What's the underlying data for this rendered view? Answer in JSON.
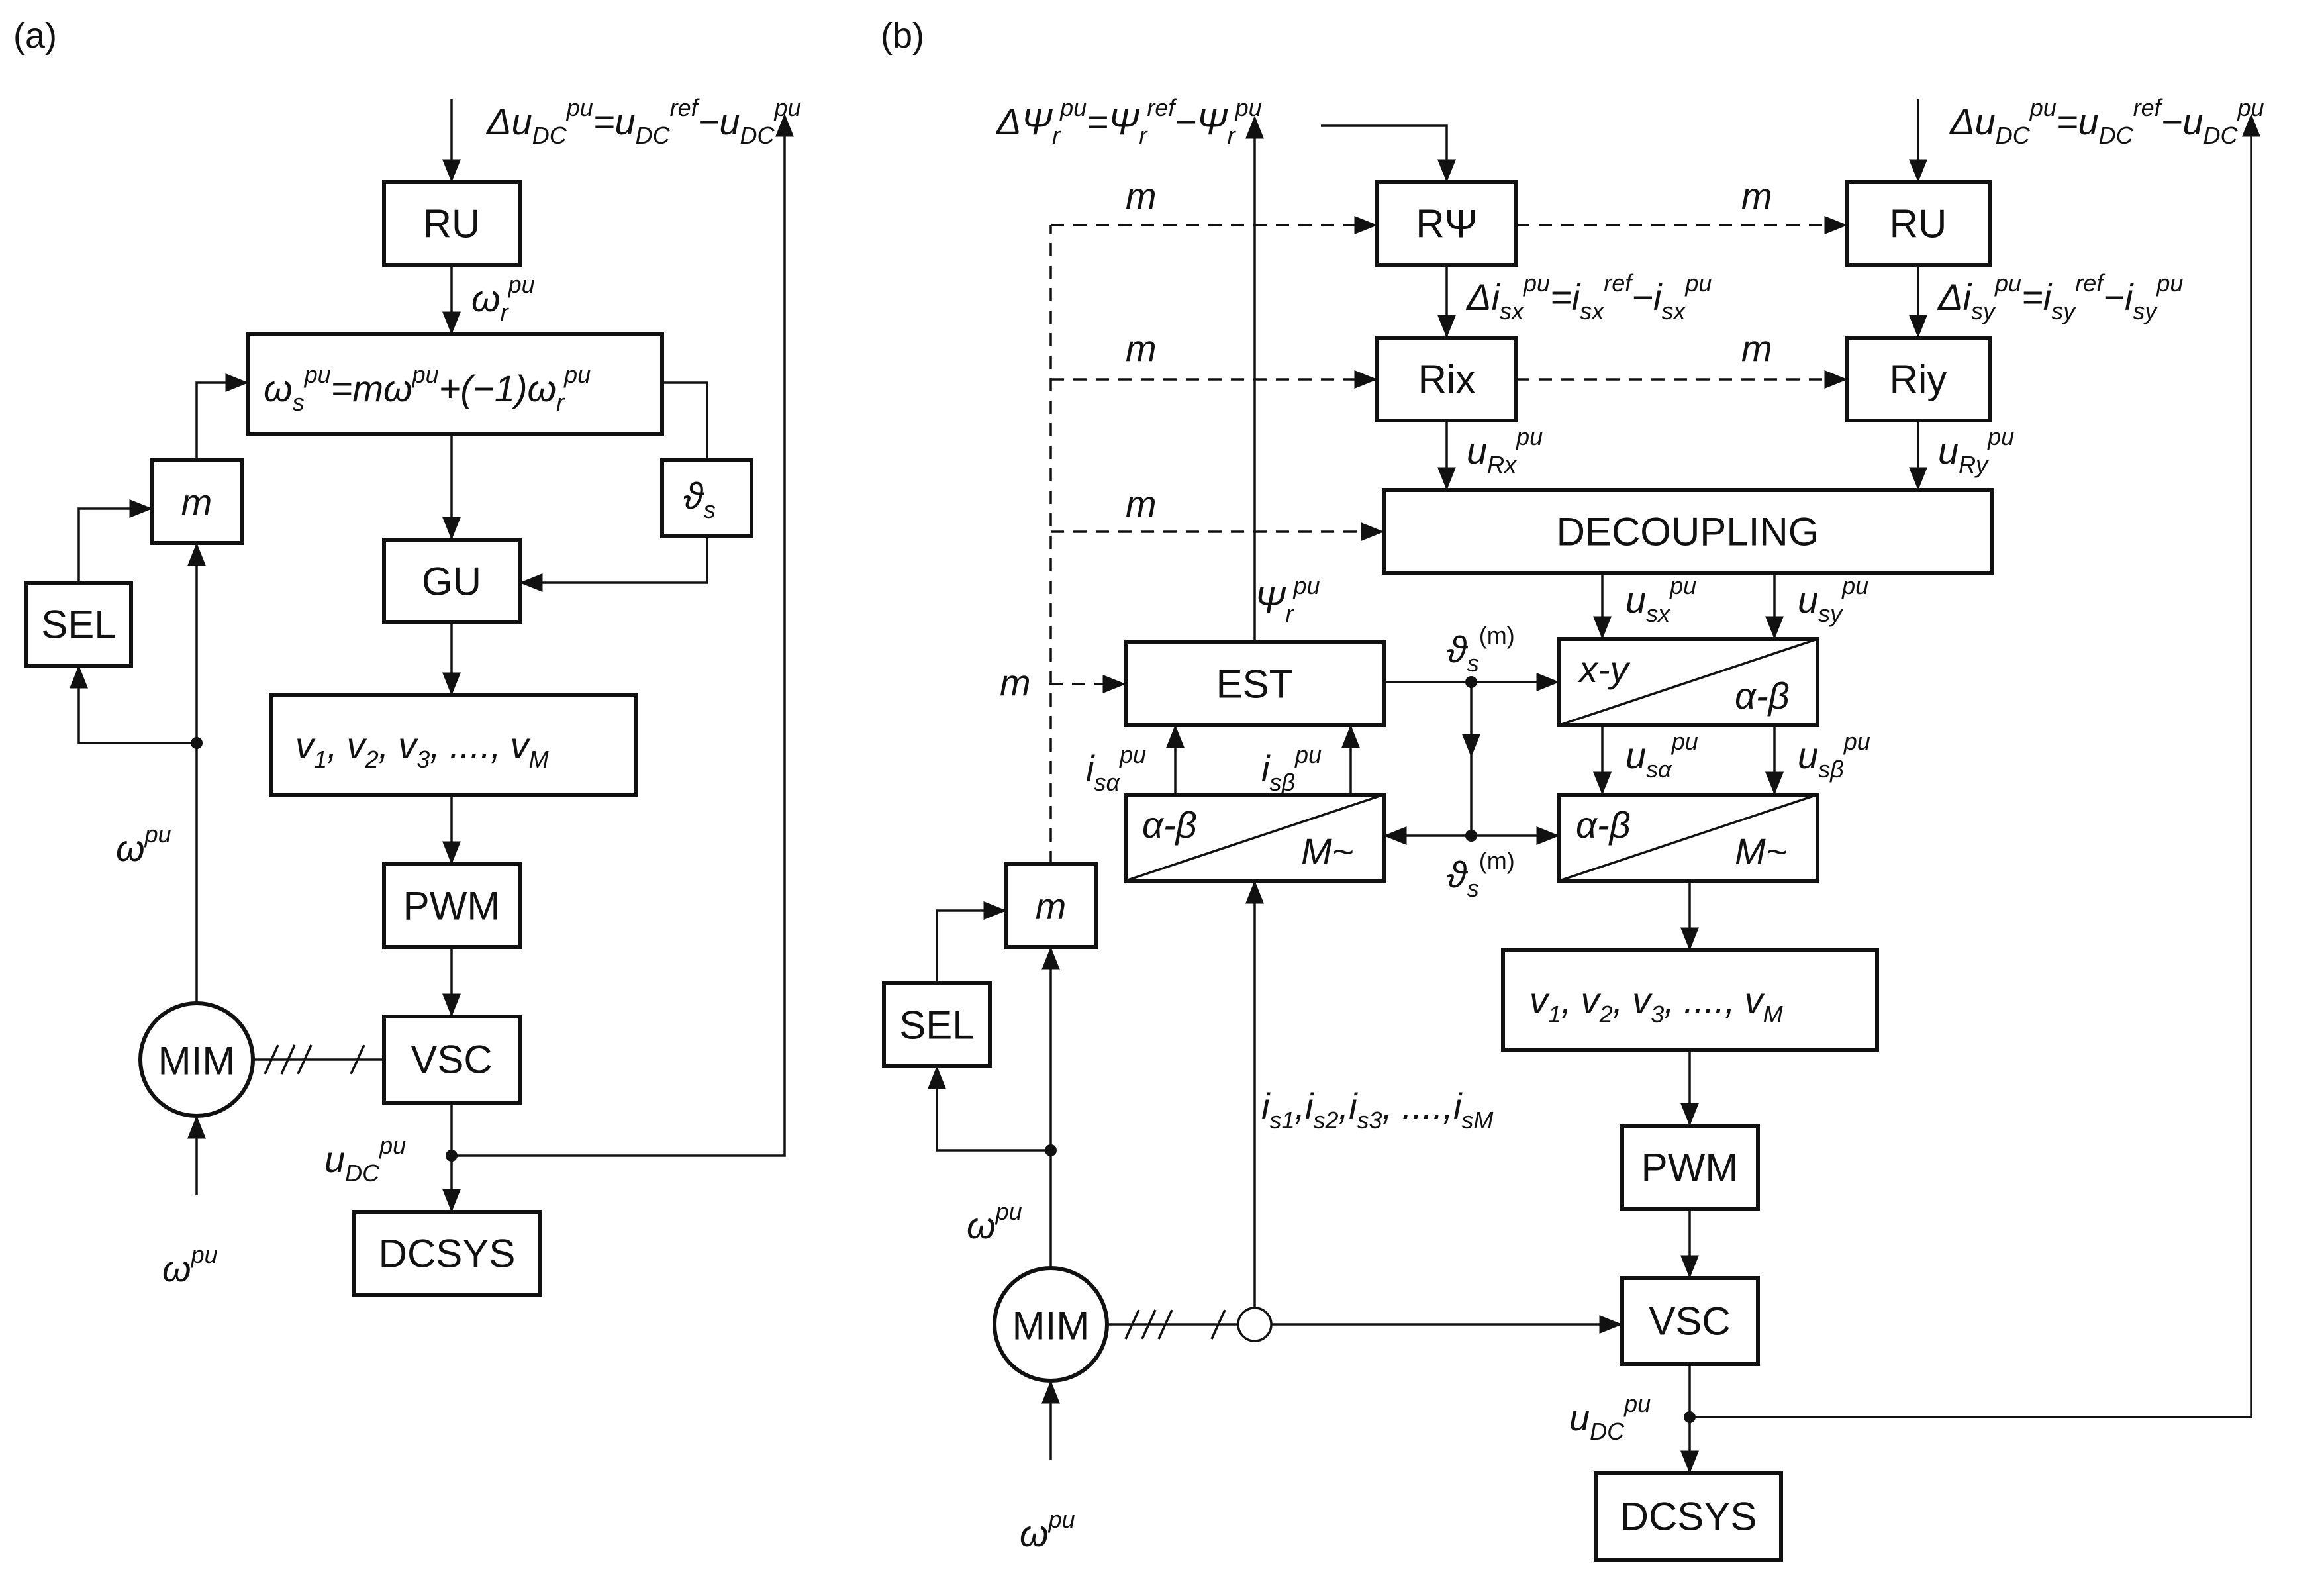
{
  "panels": {
    "a": {
      "label": "(a)"
    },
    "b": {
      "label": "(b)"
    }
  },
  "blocks": {
    "ru": "RU",
    "gu": "GU",
    "pwm": "PWM",
    "vsc": "VSC",
    "dcsys": "DCSYS",
    "sel": "SEL",
    "mim": "MIM",
    "m": "m",
    "rpsi": "RΨ",
    "rix": "Rix",
    "riy": "Riy",
    "decoupling": "DECOUPLING",
    "est": "EST",
    "xy": "x-y",
    "ab": "α-β",
    "mtilde": "M~"
  },
  "signals": {
    "delta": "Δ",
    "u": "u",
    "dc": "DC",
    "pu": "pu",
    "ref": "ref",
    "minus": "−",
    "equals": "=",
    "omega": "ω",
    "r": "r",
    "s": "s",
    "psi": "Ψ",
    "i": "i",
    "sx": "sx",
    "sy": "sy",
    "rx": "Rx",
    "ry": "Ry",
    "salpha": "sα",
    "sbeta": "sβ",
    "theta": "ϑ",
    "msup": "(m)",
    "m": "m",
    "formula_mid": "=mω",
    "formula_plus": "+(−1)ω",
    "currents": "i",
    "currents_subs": [
      "s1",
      "s2",
      "s3",
      "sM"
    ],
    "dots": "....,",
    "comma": ",",
    "vector_v": "v",
    "vector_subs": [
      "1",
      "2",
      "3",
      "M"
    ]
  }
}
